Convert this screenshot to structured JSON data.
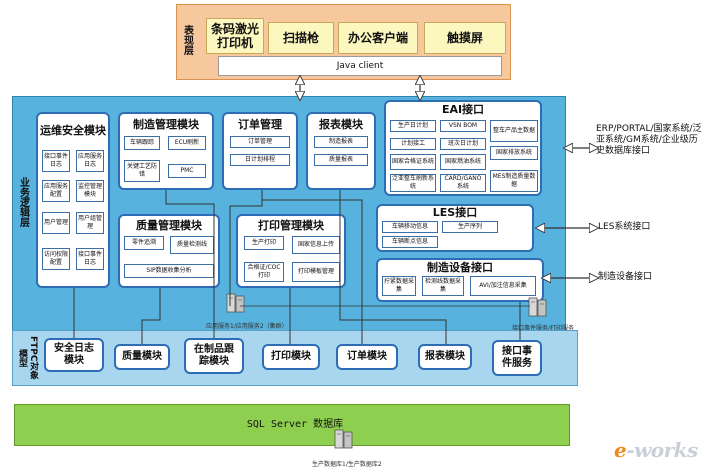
{
  "presentation_layer": {
    "label": "表现层",
    "boxes": [
      "条码激光打印机",
      "扫描枪",
      "办公客户端",
      "触摸屏"
    ],
    "java_client": "Java client"
  },
  "business_layer": {
    "label": "业务逻辑层",
    "ops_module": {
      "title": "运维安全模块",
      "cells": [
        "接口事件日志",
        "应用服务日志",
        "应用服务配置",
        "监控管理模块",
        "用户管理",
        "用户组管理",
        "访问权限配置",
        "接口事件日志"
      ]
    },
    "mfg_module": {
      "title": "制造管理模块",
      "cells": [
        "车辆跟踪",
        "ECU刷新",
        "关键工艺防错",
        "PMC"
      ]
    },
    "order_module": {
      "title": "订单管理",
      "cells": [
        "订单管理",
        "日计划排程"
      ]
    },
    "report_module": {
      "title": "报表模块",
      "cells": [
        "制造报表",
        "质量报表"
      ]
    },
    "eai": {
      "title": "EAI接口",
      "cells": [
        "生产日计划",
        "VSN BOM",
        "整车产品主数据",
        "计划接工",
        "班次日计划",
        "国家排放系统",
        "国家合格证系统",
        "国家燃油系统",
        "泛亚整车刷新系统",
        "CARD/GANO系统",
        "MES制造质量数据"
      ]
    },
    "quality_module": {
      "title": "质量管理模块",
      "cells": [
        "零件追溯",
        "质量检测线",
        "SIP数据收集分析"
      ]
    },
    "print_module": {
      "title": "打印管理模块",
      "cells": [
        "生产打印",
        "国家信息上传",
        "合格证/COC打印",
        "打印模板管理"
      ]
    },
    "les": {
      "title": "LES接口",
      "cells": [
        "车辆移动信息",
        "生产序列",
        "车辆断点信息"
      ]
    },
    "device": {
      "title": "制造设备接口",
      "cells": [
        "拧紧数据采集",
        "检测线数据采集",
        "AVI/加注信息采集"
      ]
    },
    "app_server_caption": "应用服务1/应用服务2（集群）",
    "interface_server_caption": "接口事件服务/打印服务"
  },
  "ftpc_layer": {
    "label": "FTPC对象模型",
    "boxes": [
      "安全日志模块",
      "质量模块",
      "在制品跟踪模块",
      "打印模块",
      "订单模块",
      "报表模块",
      "接口事件服务"
    ]
  },
  "db_layer": {
    "title": "SQL Server 数据库",
    "caption": "生产数据库1/生产数据库2"
  },
  "external": {
    "erp": "ERP/PORTAL/国家系统/泛亚系统/GM系统/企业级历史数据库接口",
    "les": "LES系统接口",
    "device": "制造设备接口"
  },
  "logo": {
    "e": "e",
    "rest": "-works"
  },
  "colors": {
    "presentation": "#f7c79e",
    "business": "#57b3dd",
    "database": "#8fcf4f",
    "module_border": "#2d6db5"
  }
}
